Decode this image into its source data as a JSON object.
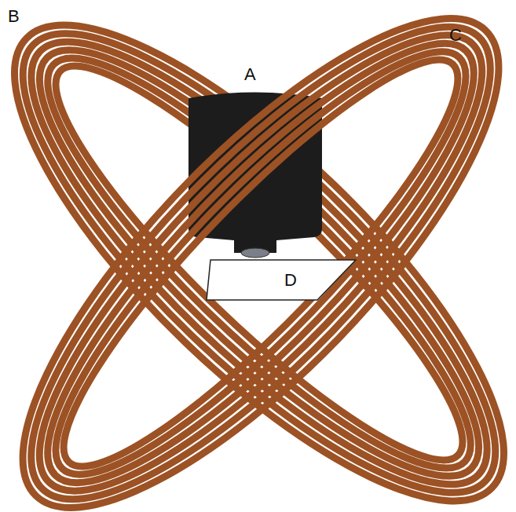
{
  "diagram": {
    "nodes": [
      {
        "text": [
          "D"
        ]
      }
    ],
    "labels": [
      "A",
      "B",
      "C"
    ]
  }
}
